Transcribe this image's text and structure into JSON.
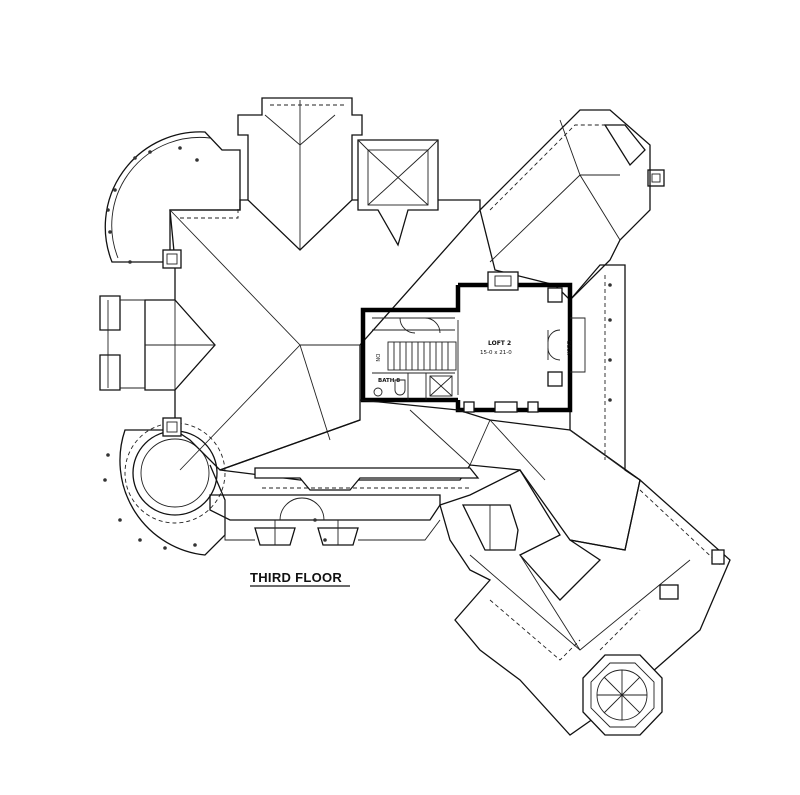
{
  "plan": {
    "caption": "THIRD FLOOR",
    "rooms": {
      "loft_name": "LOFT 2",
      "loft_dims": "15-0 x 21-0",
      "bath_name": "BATH 8",
      "deck_label": "DECK",
      "stair_label": "DN"
    }
  }
}
